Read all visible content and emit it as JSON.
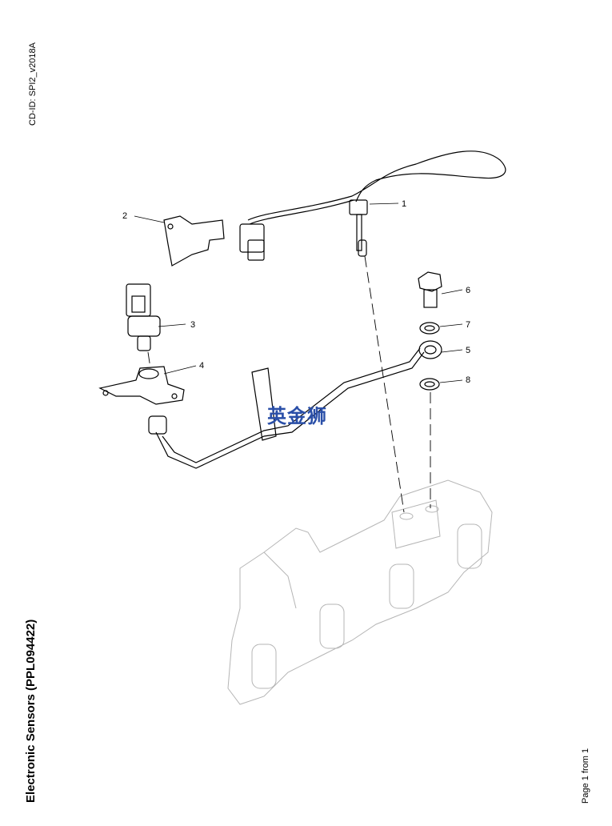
{
  "document": {
    "cd_id": "CD-ID: SPI2_v2018A",
    "title": "Electronic Sensors (PPL094422)",
    "page_info": "Page 1 from 1",
    "watermark": "英金狮"
  },
  "callouts": [
    "1",
    "2",
    "3",
    "4",
    "5",
    "6",
    "7",
    "8"
  ],
  "colors": {
    "watermark": "#2a4fa8",
    "line": "#000000",
    "ghost": "#b0b0b0"
  }
}
